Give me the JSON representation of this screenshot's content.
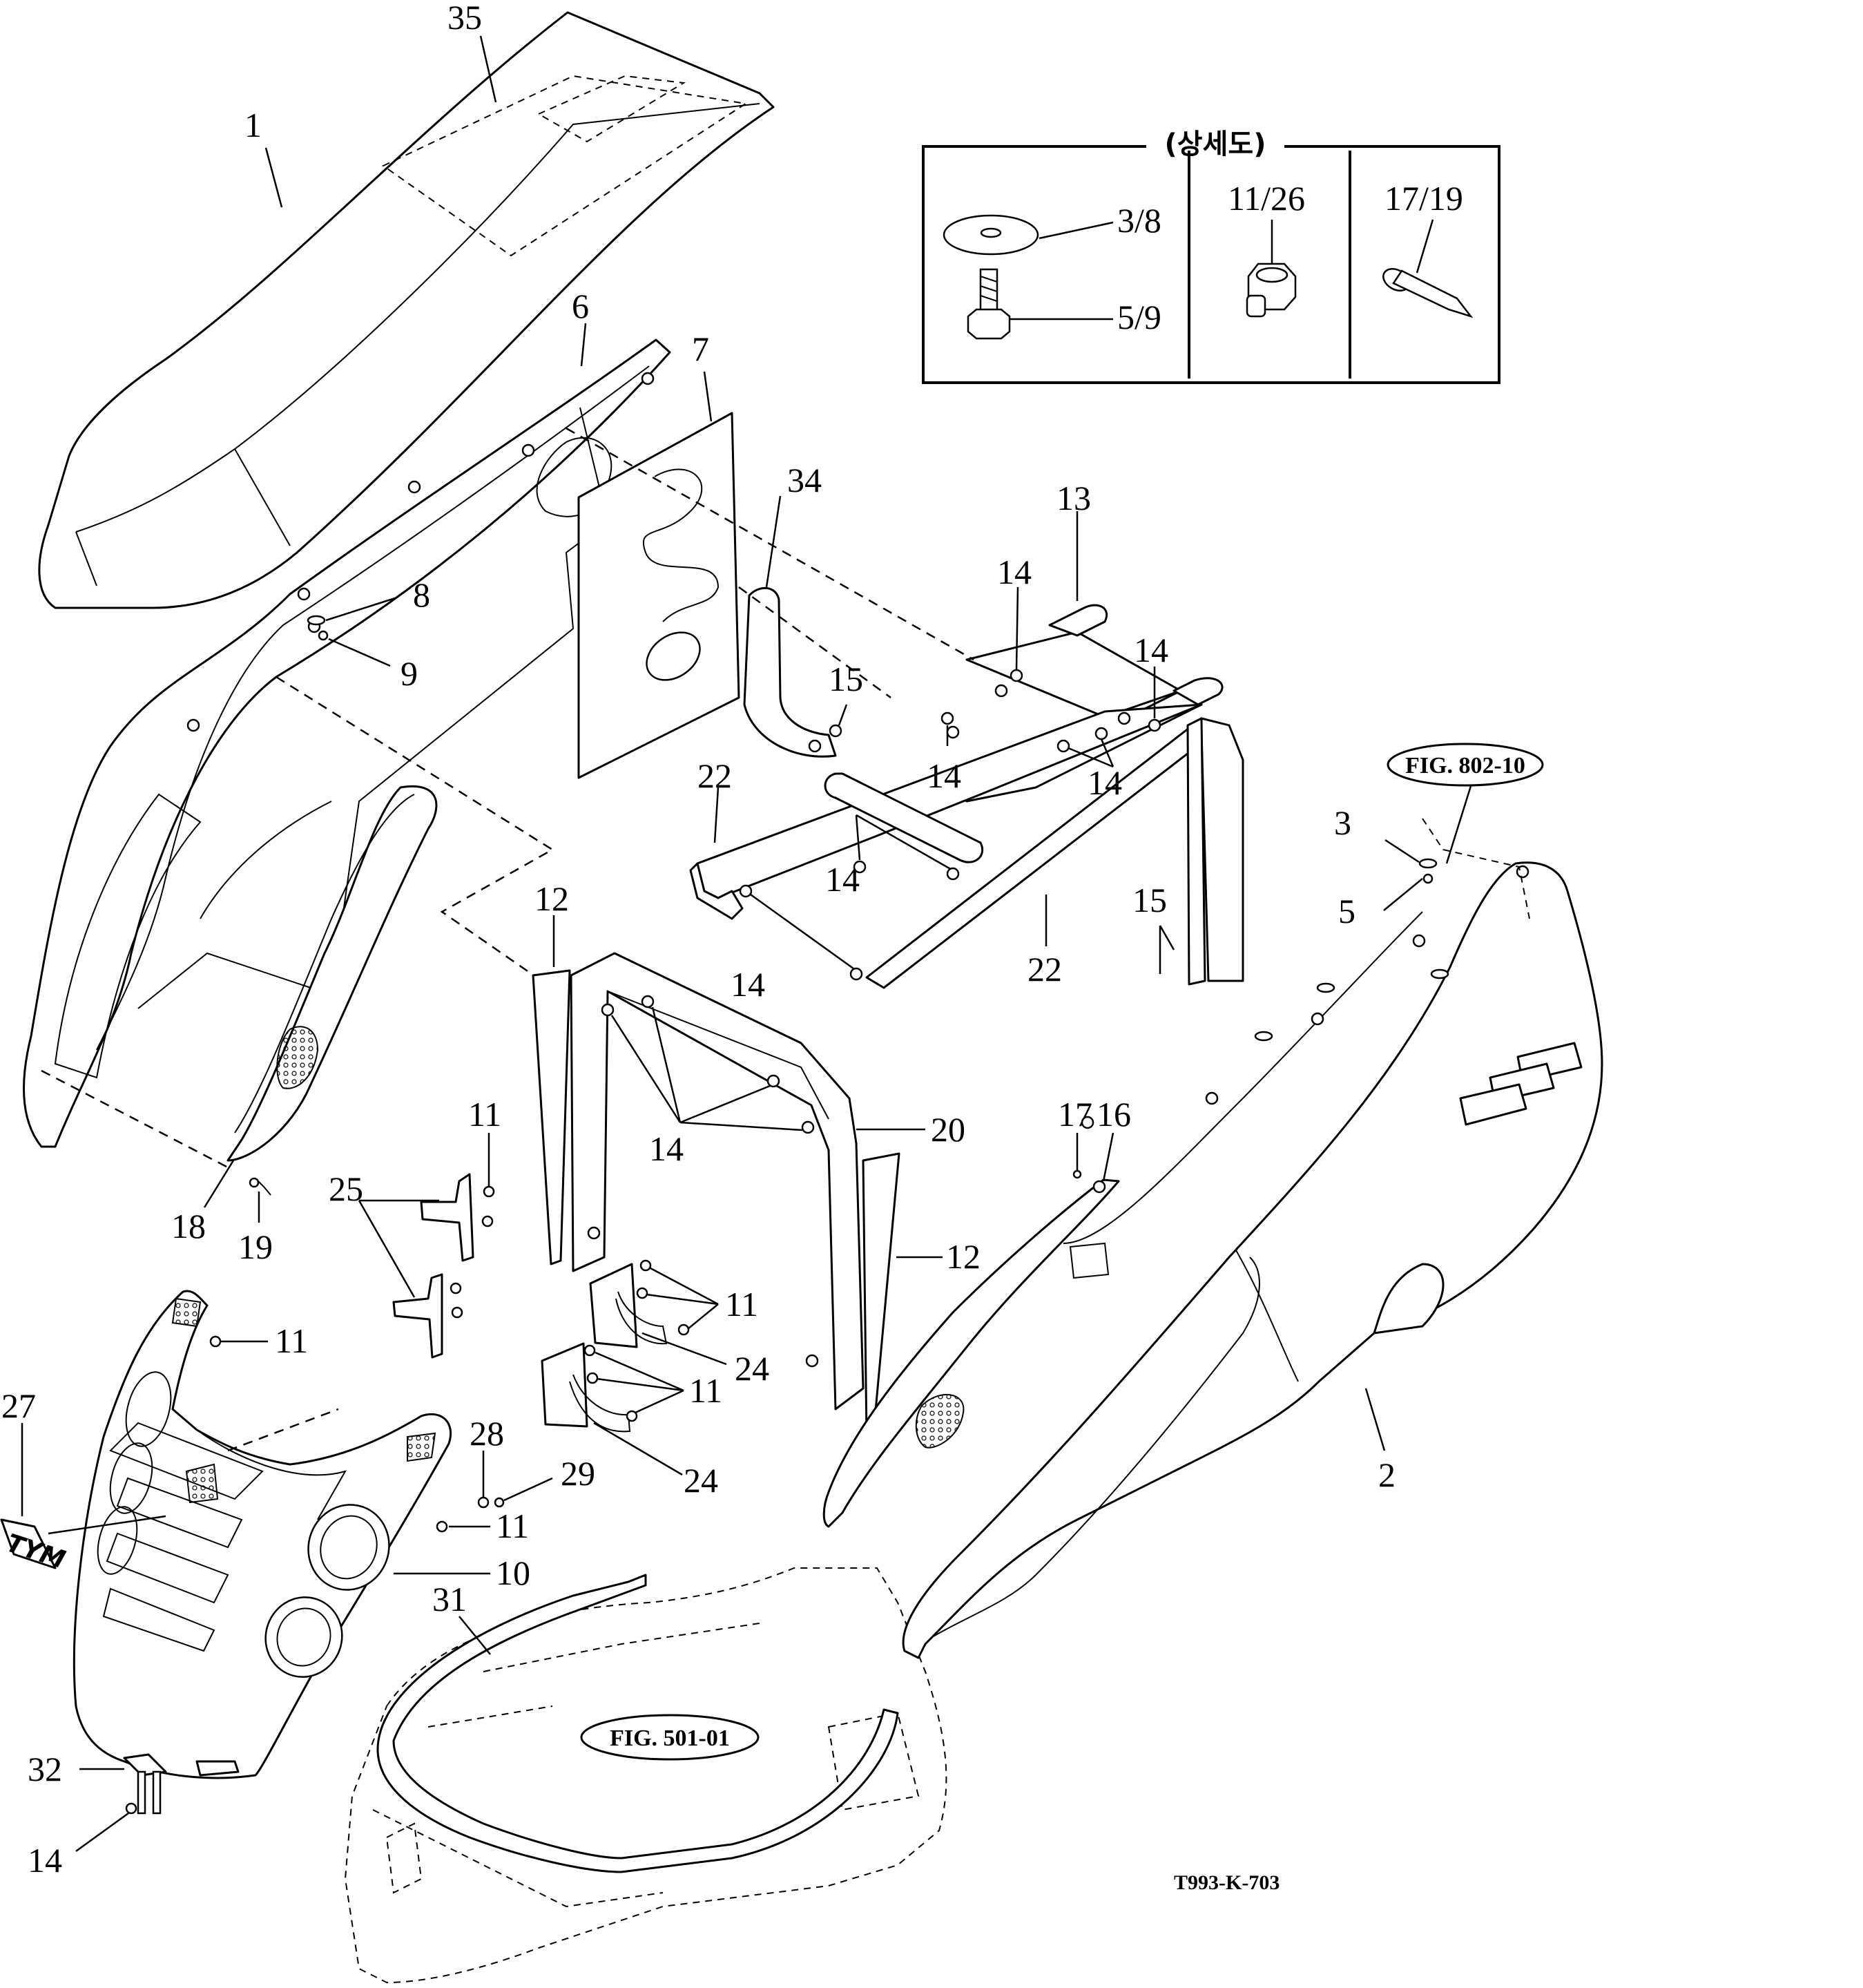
{
  "detail_box": {
    "title": "(상세도)",
    "columns": [
      {
        "labels": [
          "3/8",
          "5/9"
        ],
        "icons": [
          "washer-icon",
          "bolt-icon"
        ]
      },
      {
        "labels": [
          "11/26"
        ],
        "icons": [
          "flange-nut-icon"
        ]
      },
      {
        "labels": [
          "17/19"
        ],
        "icons": [
          "pin-icon"
        ]
      }
    ]
  },
  "part_labels": {
    "p1": "1",
    "p2": "2",
    "p3": "3",
    "p5": "5",
    "p6": "6",
    "p7": "7",
    "p8": "8",
    "p9": "9",
    "p10": "10",
    "p11": "11",
    "p12": "12",
    "p13": "13",
    "p14": "14",
    "p15": "15",
    "p16": "16",
    "p17": "17",
    "p18": "18",
    "p19": "19",
    "p20": "20",
    "p22": "22",
    "p24": "24",
    "p25": "25",
    "p27": "27",
    "p28": "28",
    "p29": "29",
    "p31": "31",
    "p32": "32",
    "p34": "34",
    "p35": "35"
  },
  "figure_refs": {
    "ref_802": "FIG. 802-10",
    "ref_501": "FIG. 501-01"
  },
  "emblem_text": "TYM",
  "drawing_code": "T993-K-703"
}
